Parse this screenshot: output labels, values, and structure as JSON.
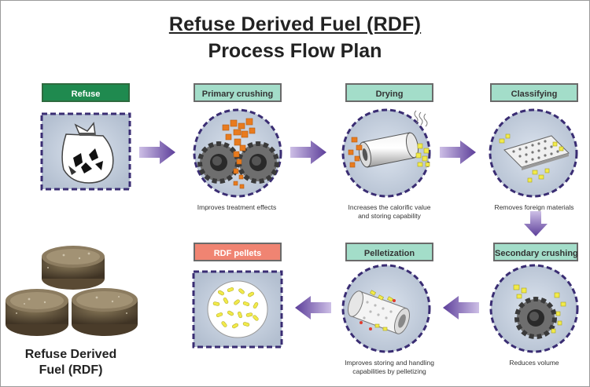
{
  "title": {
    "line1": "Refuse Derived Fuel (RDF)",
    "line2": "Process Flow Plan"
  },
  "steps": [
    {
      "label": "Refuse",
      "desc": ""
    },
    {
      "label": "Primary crushing",
      "desc": "Improves treatment effects"
    },
    {
      "label": "Drying",
      "desc_line1": "Increases the calorific value",
      "desc_line2": "and storing capability"
    },
    {
      "label": "Classifying",
      "desc": "Removes foreign materials"
    },
    {
      "label": "Secondary crushing",
      "desc": "Reduces volume"
    },
    {
      "label": "Pelletization",
      "desc_line1": "Improves storing and handling",
      "desc_line2": "capabilities by pelletizing"
    },
    {
      "label": "RDF pellets",
      "desc": ""
    }
  ],
  "product": {
    "caption_line1": "Refuse Derived",
    "caption_line2": "Fuel (RDF)"
  },
  "colors": {
    "label_refuse": "#1f8a4f",
    "label_step": "#a3ddc9",
    "label_pellets": "#f08472",
    "arrow": "#6a4fa3",
    "frame": "#3a2d73",
    "tile_fill": "#c5d0de"
  }
}
